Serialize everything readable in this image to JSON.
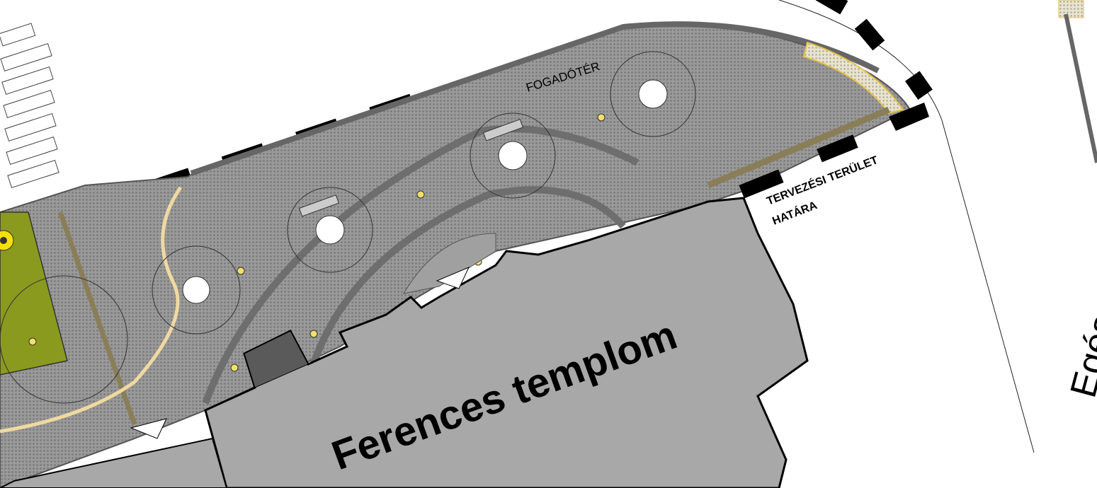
{
  "labels": {
    "plaza": "FOGADÓTÉR",
    "boundary_line1": "TERVEZÉSI TERÜLET",
    "boundary_line2": "HATÁRA",
    "church": "Ferences templom",
    "street": "Egészségház utca"
  },
  "colors": {
    "paving": "#8f8f8f",
    "church": "#a8a8a8",
    "lawn": "#8a9a1e",
    "accent_yellow": "#f2e06a",
    "curb": "#6a6a6a"
  }
}
